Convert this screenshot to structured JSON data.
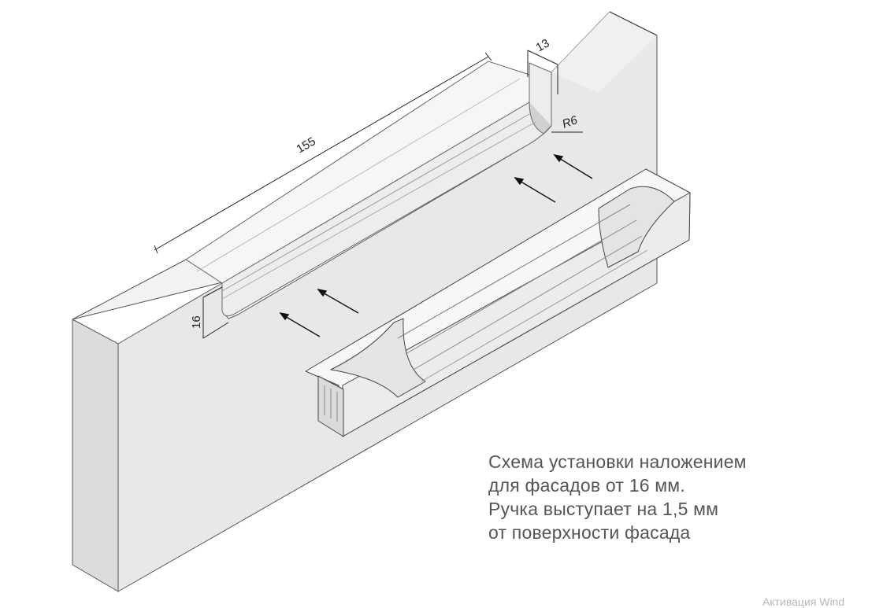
{
  "dimensions": {
    "length": "155",
    "depth": "13",
    "radius": "R6",
    "height": "16"
  },
  "caption": {
    "line1": "Схема установки наложением",
    "line2": "для фасадов от 16 мм.",
    "line3": "Ручка выступает на 1,5 мм",
    "line4": "от поверхности фасада"
  },
  "watermark": "Активация Wind",
  "colors": {
    "panel_face": "#e8e8e8",
    "panel_top": "#f2f2f2",
    "panel_side": "#dcdcdc",
    "outline": "#555555",
    "caption": "#555555"
  }
}
